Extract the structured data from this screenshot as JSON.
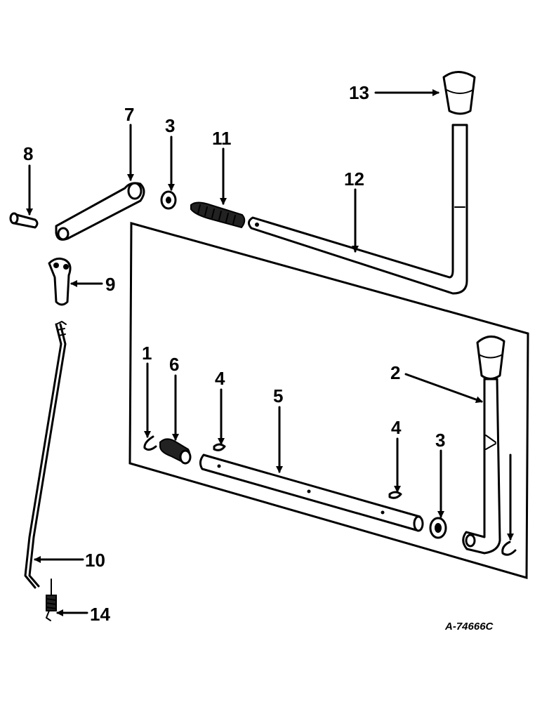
{
  "reference_code": "A-74666C",
  "callouts": {
    "c1": "1",
    "c2": "2",
    "c3a": "3",
    "c3b": "3",
    "c4a": "4",
    "c4b": "4",
    "c5": "5",
    "c6": "6",
    "c7": "7",
    "c8": "8",
    "c9": "9",
    "c10": "10",
    "c11": "11",
    "c12": "12",
    "c13": "13",
    "c14": "14"
  }
}
